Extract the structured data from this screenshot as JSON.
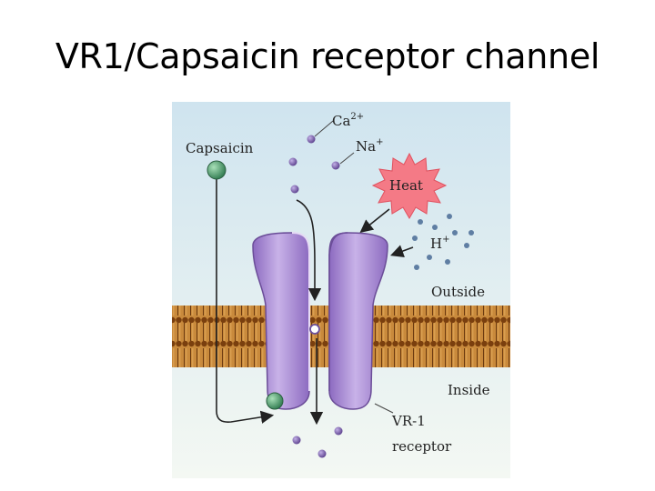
{
  "slide": {
    "title": "VR1/Capsaicin receptor channel"
  },
  "diagram": {
    "labels": {
      "capsaicin": "Capsaicin",
      "ca": "Ca",
      "ca_charge": "2+",
      "na": "Na",
      "na_charge": "+",
      "heat": "Heat",
      "h": "H",
      "h_charge": "+",
      "outside": "Outside",
      "inside": "Inside",
      "receptor_line1": "VR-1",
      "receptor_line2": "receptor"
    },
    "colors": {
      "background": "#dfeef4",
      "membrane": "#b8742a",
      "channel": "#a98bd0",
      "ion": "#6a4f9c",
      "capsaicin": "#3c8a5e",
      "heat_burst": "#f47a86"
    }
  }
}
